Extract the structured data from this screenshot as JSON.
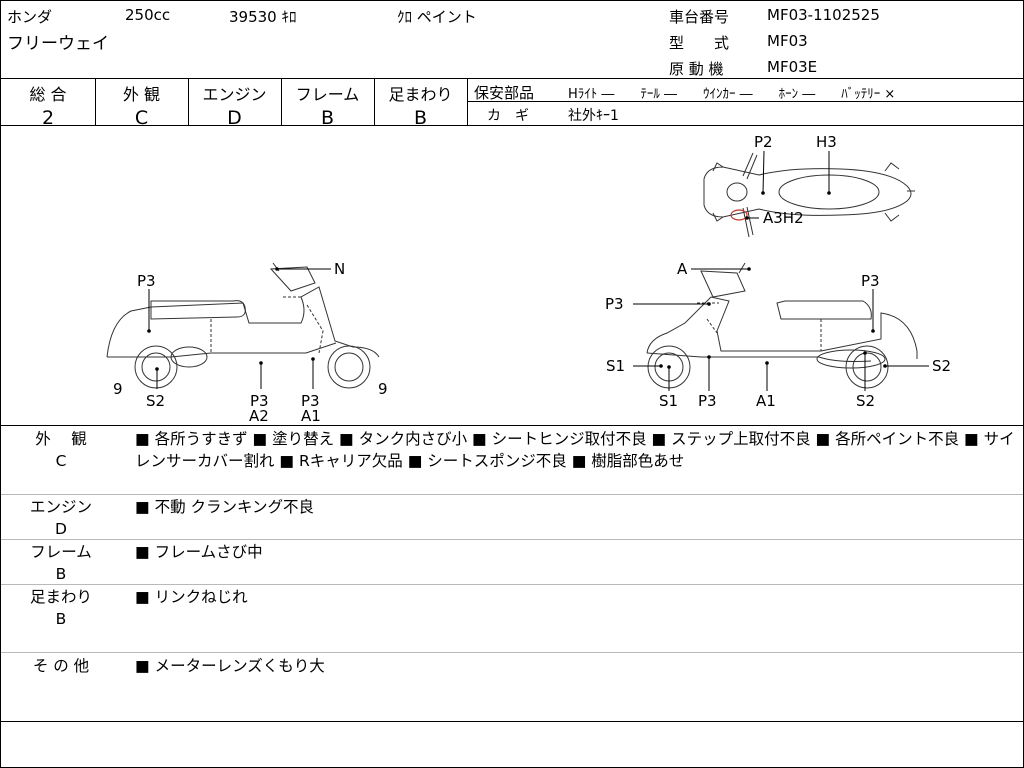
{
  "header": {
    "maker": "ホンダ",
    "displacement": "250cc",
    "mileage": "39530 ｷﾛ",
    "color": "ｸﾛ ペイント",
    "model_name": "フリーウェイ",
    "frame_no_label": "車台番号",
    "frame_no": "MF03-1102525",
    "type_label": "型　　式",
    "type_value": "MF03",
    "engine_label": "原 動 機",
    "engine_value": "MF03E"
  },
  "grades": [
    {
      "label": "総 合",
      "value": "2"
    },
    {
      "label": "外 観",
      "value": "C"
    },
    {
      "label": "エンジン",
      "value": "D"
    },
    {
      "label": "フレーム",
      "value": "B"
    },
    {
      "label": "足まわり",
      "value": "B"
    }
  ],
  "safety": {
    "label": "保安部品",
    "items": "Hﾗｲﾄ ―　　ﾃｰﾙ ―　　ｳｲﾝｶｰ ―　　ﾎｰﾝ ―　　ﾊﾞｯﾃﾘｰ ×",
    "key_label": "カ　ギ",
    "key_value": "社外ｷｰ1"
  },
  "diagram_labels": {
    "top_p2": "P2",
    "top_h3": "H3",
    "top_a3h2": "A3H2",
    "left_n": "N",
    "left_p3": "P3",
    "left_9a": "9",
    "left_s2": "S2",
    "left_p3b": "P3",
    "left_a2": "A2",
    "left_p3c": "P3",
    "left_a1": "A1",
    "left_9b": "9",
    "right_a": "A",
    "right_p3a": "P3",
    "right_p3b": "P3",
    "right_s1a": "S1",
    "right_s1b": "S1",
    "right_p3c": "P3",
    "right_a1": "A1",
    "right_s2a": "S2",
    "right_s2b": "S2"
  },
  "sections": [
    {
      "label": "外　 観",
      "grade": "C",
      "text": "■ 各所うすきず ■ 塗り替え ■ タンク内さび小 ■ シートヒンジ取付不良 ■ ステップ上取付不良 ■ 各所ペイント不良 ■ サイレンサーカバー割れ ■ Rキャリア欠品 ■ シートスポンジ不良 ■ 樹脂部色あせ"
    },
    {
      "label": "エンジン",
      "grade": "D",
      "text": "■ 不動 クランキング不良"
    },
    {
      "label": "フレーム",
      "grade": "B",
      "text": "■ フレームさび中"
    },
    {
      "label": "足まわり",
      "grade": "B",
      "text": "■ リンクねじれ"
    },
    {
      "label": "そ の 他",
      "grade": "",
      "text": "■ メーターレンズくもり大"
    }
  ]
}
